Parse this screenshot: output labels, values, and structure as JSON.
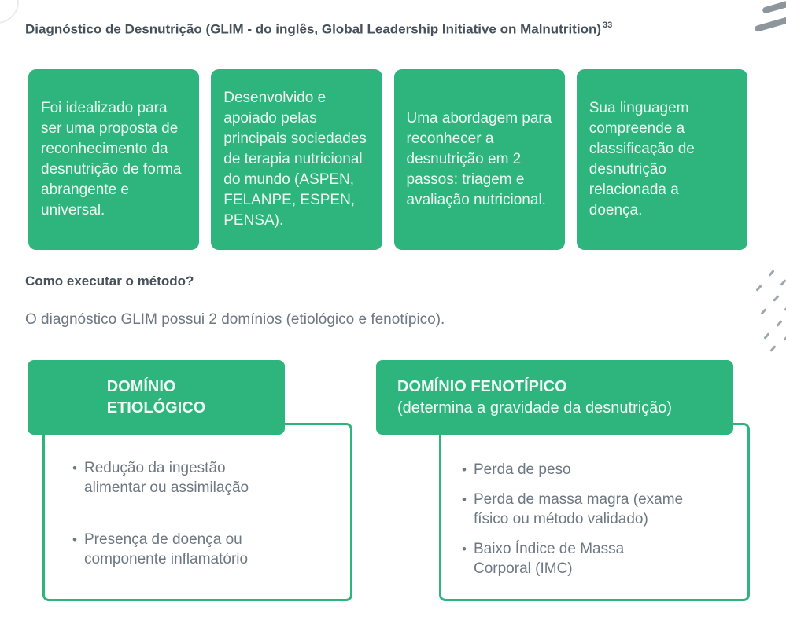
{
  "title": {
    "text": "Diagnóstico de Desnutrição (GLIM - do inglês, Global Leadership Initiative on Malnutrition)",
    "reference": "33"
  },
  "overview_cards": [
    {
      "text": "Foi idealizado para ser uma proposta de reconhecimento da desnutrição de forma abrangente e universal."
    },
    {
      "text": "Desenvolvido e apoiado pelas principais sociedades de terapia nutricional do mundo (ASPEN, FELANPE, ESPEN, PENSA)."
    },
    {
      "text": "Uma abordagem para reconhecer a desnutrição em 2 passos: triagem e avaliação nutricional."
    },
    {
      "text": "Sua linguagem compreende a classificação de desnutrição relacionada a doença."
    }
  ],
  "method": {
    "heading": "Como executar o método?",
    "intro": "O diagnóstico GLIM possui 2 domínios (etiológico e fenotípico)."
  },
  "domains": {
    "etiologic": {
      "title_line1": "DOMÍNIO",
      "title_line2": "ETIOLÓGICO",
      "items": [
        "Redução da ingestão alimentar ou assimilação",
        "Presença de doença ou componente inflamatório"
      ]
    },
    "phenotypic": {
      "title": "DOMÍNIO FENOTÍPICO",
      "subtitle": "(determina a gravidade da desnutrição)",
      "items": [
        "Perda de peso",
        "Perda de massa magra (exame físico ou método validado)",
        "Baixo Índice de Massa Corporal (IMC)"
      ]
    }
  },
  "colors": {
    "accent_green": "#2eb57d",
    "heading_text": "#47515a",
    "body_text": "#6e7882",
    "card_text": "#eaf8f1",
    "decoration_gray": "#8d969d"
  }
}
